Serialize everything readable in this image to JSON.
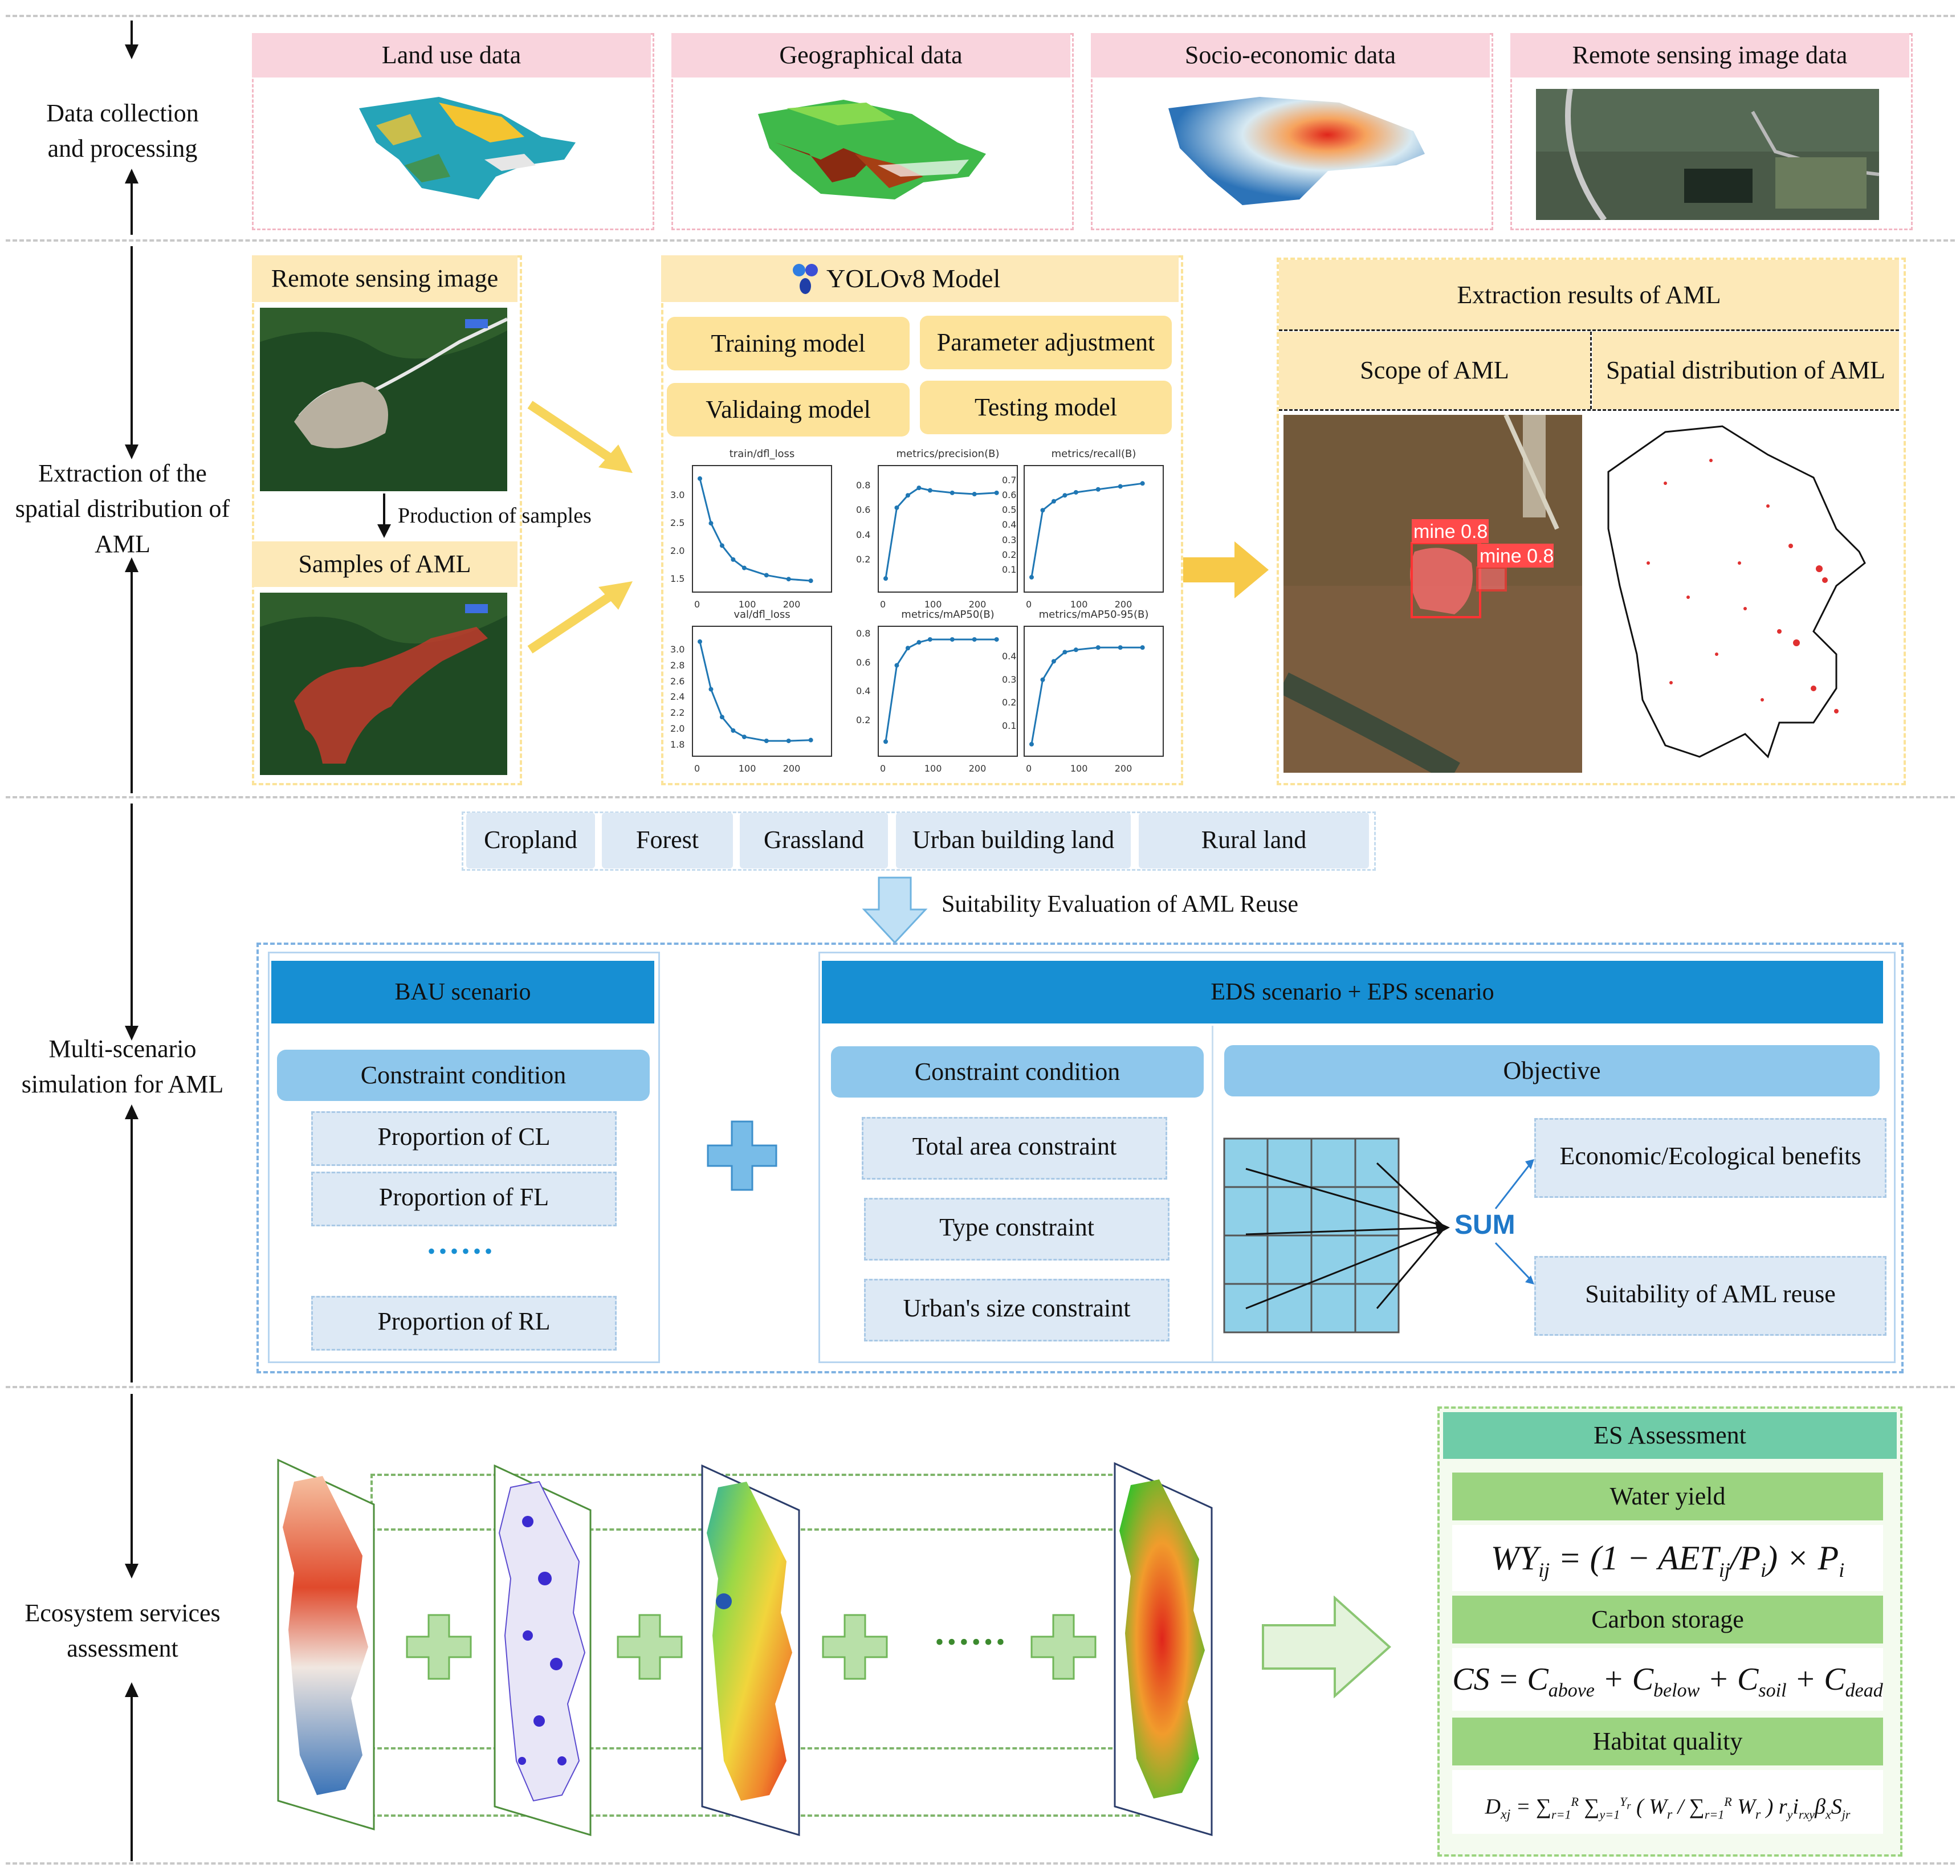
{
  "stages": {
    "s1": "Data collection\nand processing",
    "s2": "Extraction of the\nspatial distribution of\nAML",
    "s3": "Multi-scenario\nsimulation for AML",
    "s4": "Ecosystem services\nassessment"
  },
  "row1": {
    "land_use": "Land use data",
    "geographical": "Geographical data",
    "socio": "Socio-economic data",
    "remote": "Remote sensing image data"
  },
  "row2": {
    "rs_image": "Remote sensing image",
    "production": "Production of samples",
    "samples": "Samples of AML",
    "yolo_title": "YOLOv8 Model",
    "btn_training": "Training model",
    "btn_param": "Parameter adjustment",
    "btn_valid": "Validaing model",
    "btn_testing": "Testing model",
    "results_title": "Extraction results of AML",
    "scope": "Scope of AML",
    "spatial": "Spatial distribution of AML",
    "det1": "mine 0.8",
    "det2": "mine 0.8"
  },
  "chart_data": [
    {
      "type": "line",
      "title": "train/dfl_loss",
      "x": [
        0,
        25,
        50,
        75,
        100,
        150,
        200,
        250
      ],
      "values": [
        3.3,
        2.5,
        2.1,
        1.85,
        1.7,
        1.57,
        1.5,
        1.47
      ],
      "ylim": [
        1.4,
        3.4
      ],
      "xticks": [
        "0",
        "100",
        "200"
      ],
      "yticks": [
        "1.5",
        "2.0",
        "2.5",
        "3.0"
      ]
    },
    {
      "type": "line",
      "title": "metrics/precision(B)",
      "x": [
        0,
        25,
        50,
        75,
        100,
        150,
        200,
        250
      ],
      "values": [
        0.05,
        0.62,
        0.72,
        0.78,
        0.76,
        0.74,
        0.73,
        0.74
      ],
      "ylim": [
        0.0,
        0.9
      ],
      "xticks": [
        "0",
        "100",
        "200"
      ],
      "yticks": [
        "0.2",
        "0.4",
        "0.6",
        "0.8"
      ]
    },
    {
      "type": "line",
      "title": "metrics/recall(B)",
      "x": [
        0,
        25,
        50,
        75,
        100,
        150,
        200,
        250
      ],
      "values": [
        0.05,
        0.5,
        0.56,
        0.6,
        0.62,
        0.64,
        0.66,
        0.68
      ],
      "ylim": [
        0.0,
        0.75
      ],
      "xticks": [
        "0",
        "100",
        "200"
      ],
      "yticks": [
        "0.1",
        "0.2",
        "0.3",
        "0.4",
        "0.5",
        "0.6",
        "0.7"
      ]
    },
    {
      "type": "line",
      "title": "val/dfl_loss",
      "x": [
        0,
        25,
        50,
        75,
        100,
        150,
        200,
        250
      ],
      "values": [
        3.1,
        2.5,
        2.15,
        1.98,
        1.9,
        1.85,
        1.85,
        1.86
      ],
      "ylim": [
        1.75,
        3.2
      ],
      "xticks": [
        "0",
        "100",
        "200"
      ],
      "yticks": [
        "1.8",
        "2.0",
        "2.2",
        "2.4",
        "2.6",
        "2.8",
        "3.0"
      ]
    },
    {
      "type": "line",
      "title": "metrics/mAP50(B)",
      "x": [
        0,
        25,
        50,
        75,
        100,
        150,
        200,
        250
      ],
      "values": [
        0.05,
        0.58,
        0.7,
        0.74,
        0.76,
        0.76,
        0.76,
        0.76
      ],
      "ylim": [
        0.0,
        0.8
      ],
      "xticks": [
        "0",
        "100",
        "200"
      ],
      "yticks": [
        "0.2",
        "0.4",
        "0.6",
        "0.8"
      ]
    },
    {
      "type": "line",
      "title": "metrics/mAP50-95(B)",
      "x": [
        0,
        25,
        50,
        75,
        100,
        150,
        200,
        250
      ],
      "values": [
        0.02,
        0.3,
        0.38,
        0.42,
        0.43,
        0.44,
        0.44,
        0.44
      ],
      "ylim": [
        0.0,
        0.5
      ],
      "xticks": [
        "0",
        "100",
        "200"
      ],
      "yticks": [
        "0.1",
        "0.2",
        "0.3",
        "0.4"
      ]
    }
  ],
  "row3": {
    "land_types": [
      "Cropland",
      "Forest",
      "Grassland",
      "Urban building land",
      "Rural land"
    ],
    "suitability": "Suitability Evaluation of AML Reuse",
    "bau": "BAU scenario",
    "constraint_left": "Constraint condition",
    "p_cl": "Proportion of CL",
    "p_fl": "Proportion of FL",
    "ellipsis": "••••••",
    "p_rl": "Proportion of RL",
    "eds": "EDS scenario + EPS scenario",
    "constraint_right": "Constraint condition",
    "objective": "Objective",
    "total_area": "Total area constraint",
    "type_c": "Type constraint",
    "urban_size": "Urban's size constraint",
    "sum": "SUM",
    "eco": "Economic/Ecological benefits",
    "suit": "Suitability of AML reuse"
  },
  "row4": {
    "ellipsis": "••••••",
    "es_title": "ES Assessment",
    "water": "Water yield",
    "carbon": "Carbon storage",
    "habitat": "Habitat quality"
  },
  "colors": {
    "pink": "#f9d4dd",
    "yellow": "#fde39a",
    "blue": "#178fd3",
    "lightblue": "#dde9f5",
    "green": "#9bd480",
    "teal": "#6fcca8"
  }
}
